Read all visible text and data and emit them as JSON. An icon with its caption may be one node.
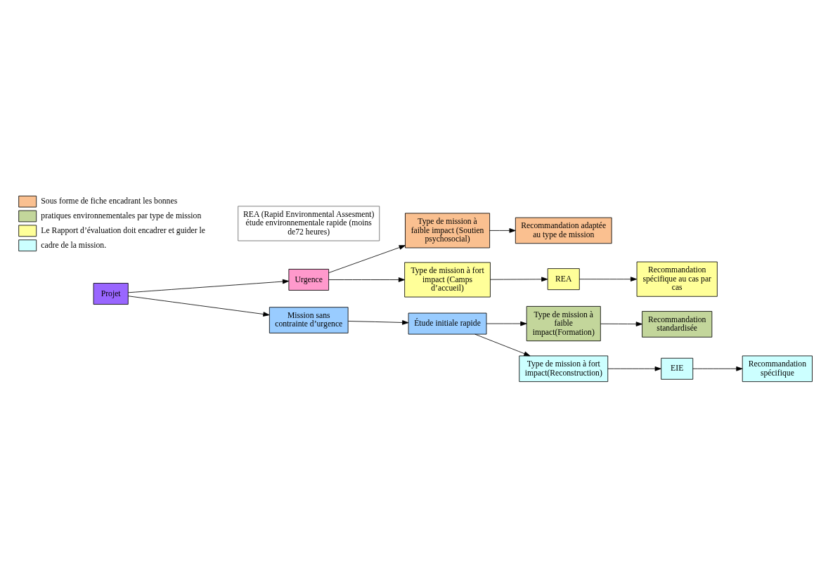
{
  "diagram": {
    "nodes": [
      {
        "text": [
          "Projet"
        ]
      },
      {
        "text": [
          "Urgence"
        ]
      },
      {
        "text": [
          "Type de mission à faible impact (Soutien psychosocial)"
        ]
      },
      {
        "text": [
          "Recommandation adaptée au type de mission"
        ]
      },
      {
        "text": [
          "Type de mission à fort impact (Camps d’accueil)"
        ]
      },
      {
        "text": [
          "REA"
        ]
      },
      {
        "text": [
          "Recommandation spécifique au cas par cas"
        ]
      },
      {
        "text": [
          "Mission sans contrainte d’urgence"
        ]
      },
      {
        "text": [
          "Étude initiale rapide"
        ]
      },
      {
        "text": [
          "Type de mission à faible impact(Formation)"
        ]
      },
      {
        "text": [
          "Recommandation standardisée"
        ]
      },
      {
        "text": [
          "Type de mission à fort impact(Reconstruction)"
        ]
      },
      {
        "text": [
          "EIE"
        ]
      },
      {
        "text": [
          "Recommandation spécifique"
        ]
      },
      {
        "text": [
          "REA (Rapid Environmental Assesment) étude environnementale rapide (moins de72 heures)"
        ]
      }
    ],
    "edges": [
      {
        "from": 0,
        "to": 1,
        "arrow": "to"
      },
      {
        "from": 0,
        "to": 7,
        "arrow": "to"
      },
      {
        "from": 1,
        "to": 2,
        "arrow": "to"
      },
      {
        "from": 1,
        "to": 4,
        "arrow": "to"
      },
      {
        "from": 2,
        "to": 3,
        "arrow": "to"
      },
      {
        "from": 4,
        "to": 5,
        "arrow": "to"
      },
      {
        "from": 5,
        "to": 6,
        "arrow": "to"
      },
      {
        "from": 7,
        "to": 8,
        "arrow": "to"
      },
      {
        "from": 8,
        "to": 9,
        "arrow": "to"
      },
      {
        "from": 8,
        "to": 11,
        "arrow": "to"
      },
      {
        "from": 9,
        "to": 10,
        "arrow": "to"
      },
      {
        "from": 11,
        "to": 12,
        "arrow": "to"
      },
      {
        "from": 12,
        "to": 13,
        "arrow": "to"
      }
    ],
    "legend": [
      {
        "text": "Sous forme de fiche encadrant les bonnes",
        "color": "#fac090"
      },
      {
        "text": "pratiques environnementales par type de mission",
        "color": "#c3d69b"
      },
      {
        "text": "Le Rapport d’évaluation doit encadrer et guider le",
        "color": "#ffff99"
      },
      {
        "text": "cadre de la mission.",
        "color": "#ccffff"
      }
    ]
  }
}
